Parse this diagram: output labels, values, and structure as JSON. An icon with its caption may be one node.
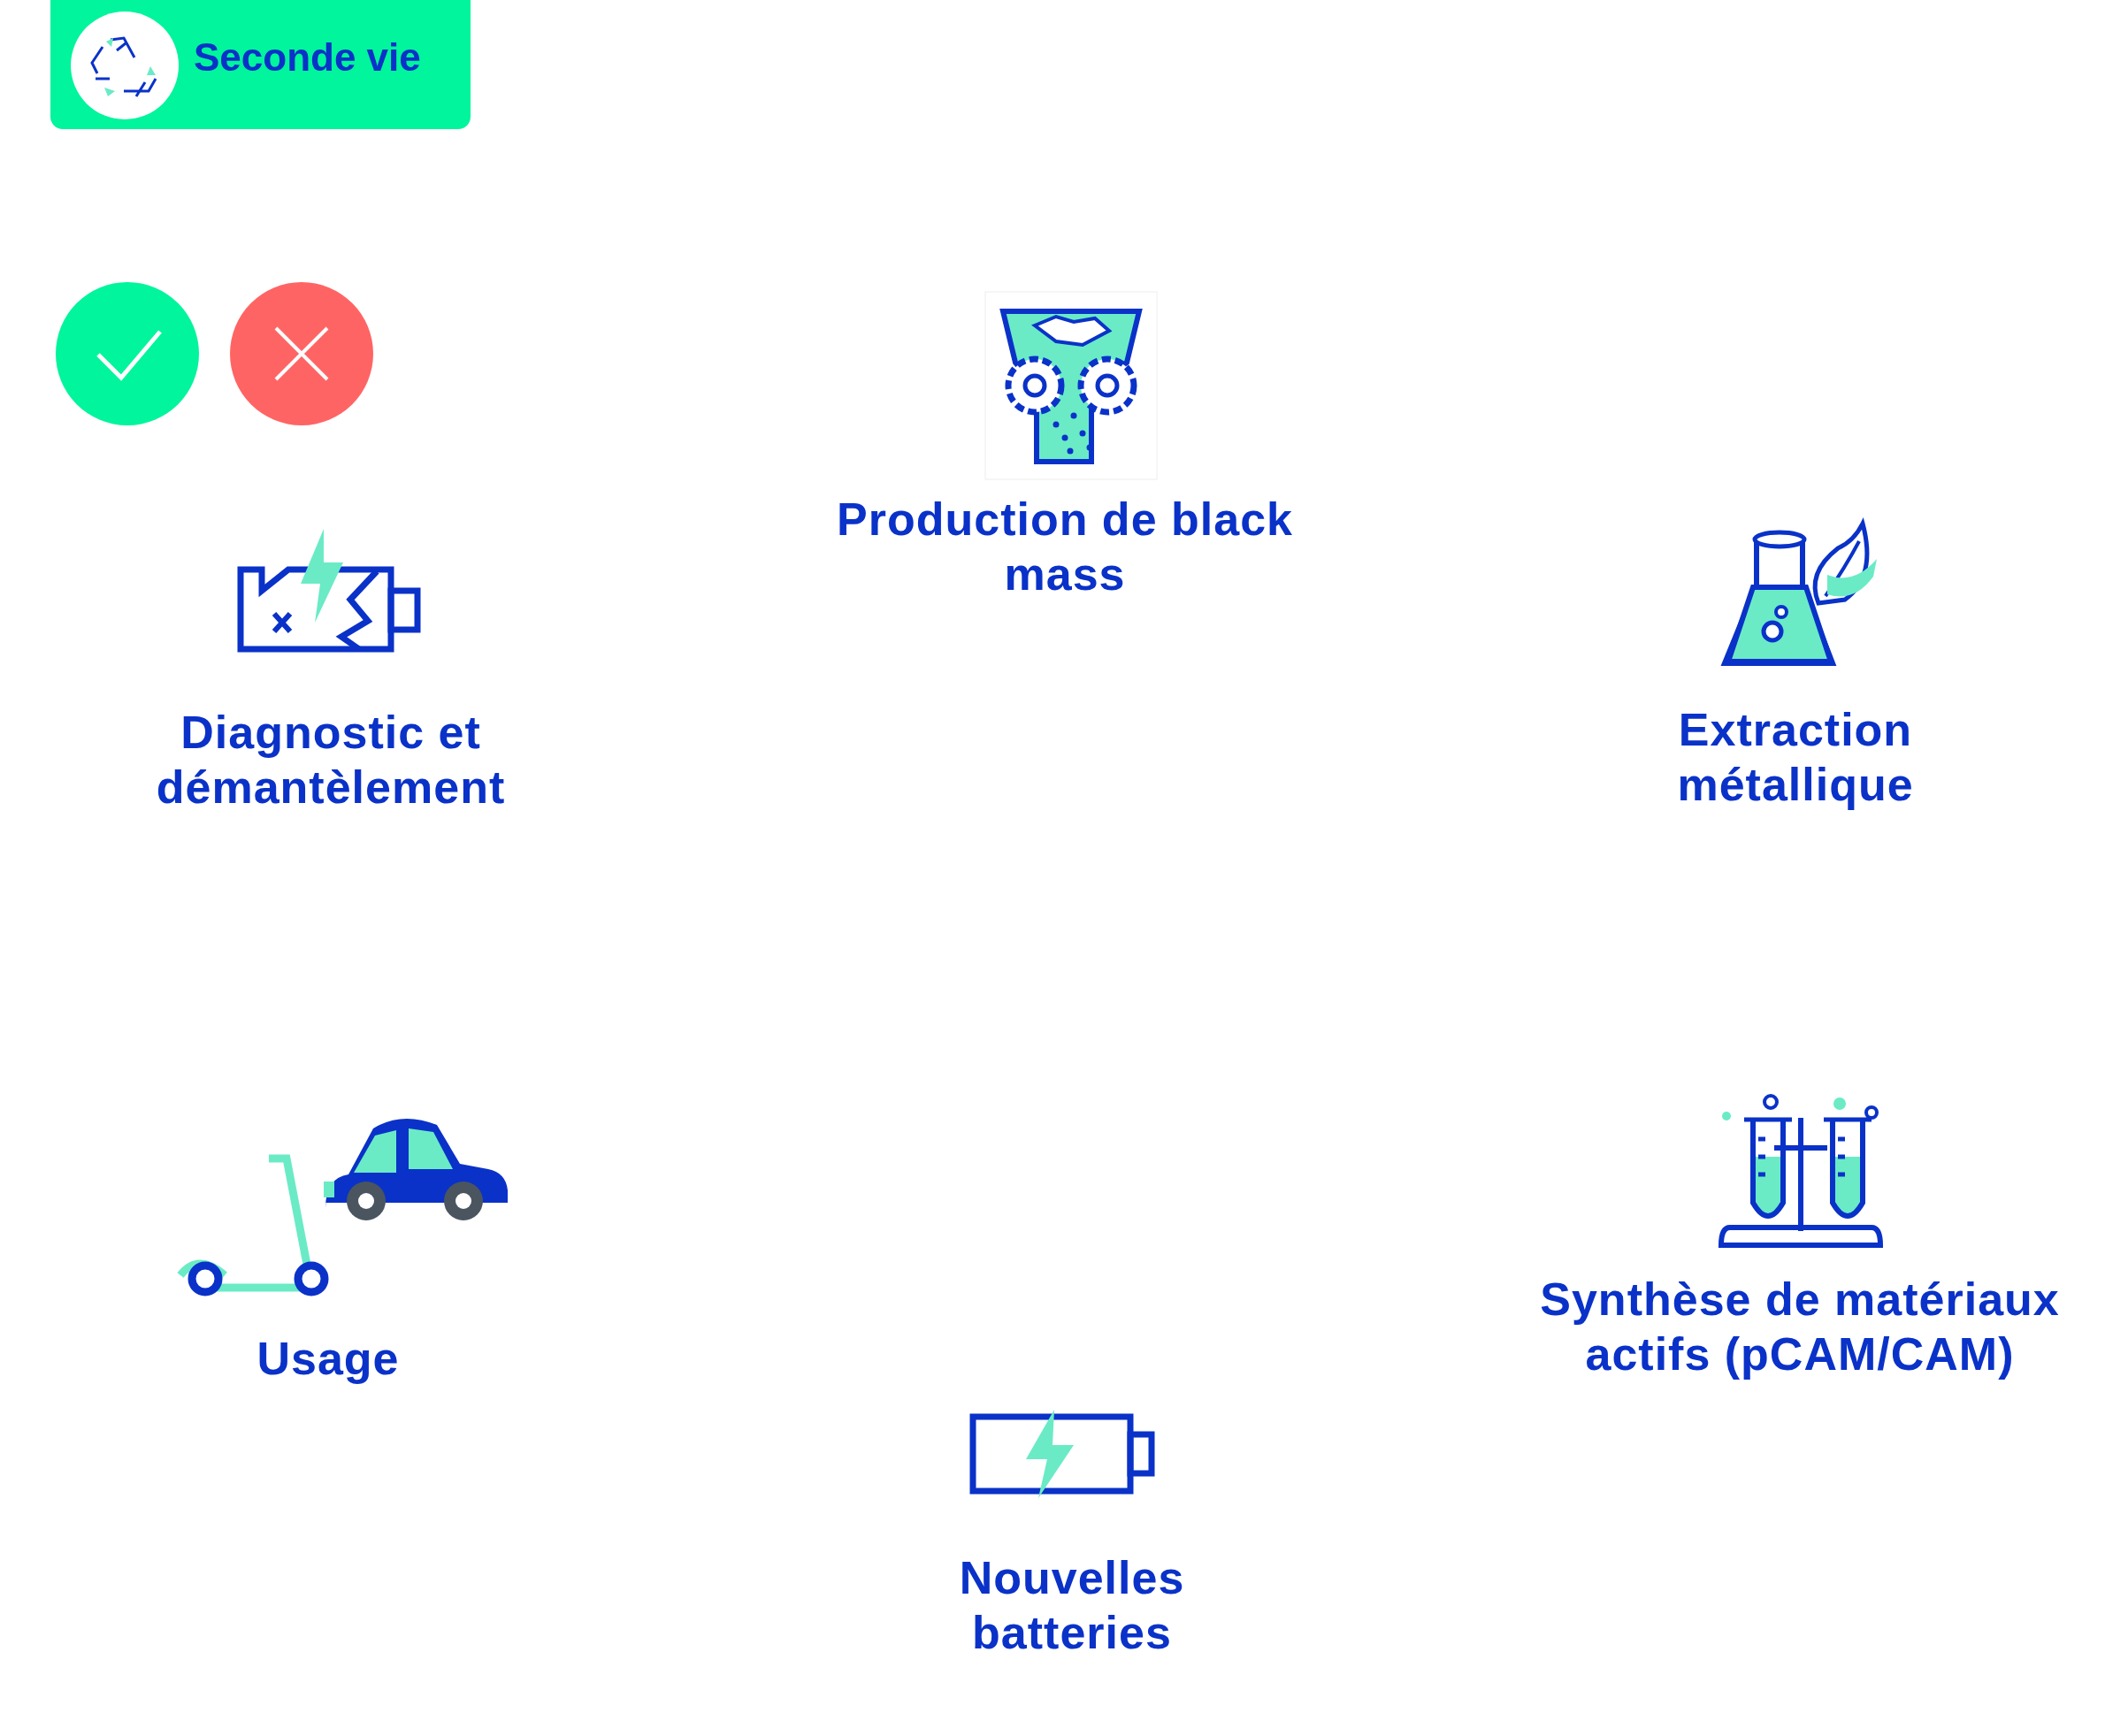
{
  "diagram": {
    "nodes": [
      {
        "text": [
          "Seconde vie"
        ]
      }
    ],
    "edges": [],
    "labels": [
      "Production de black mass",
      "Diagnostic et démantèlement",
      "Extraction métallique",
      "Usage",
      "Synthèse de matériaux actifs (pCAM/CAM)",
      "Nouvelles batteries"
    ]
  }
}
